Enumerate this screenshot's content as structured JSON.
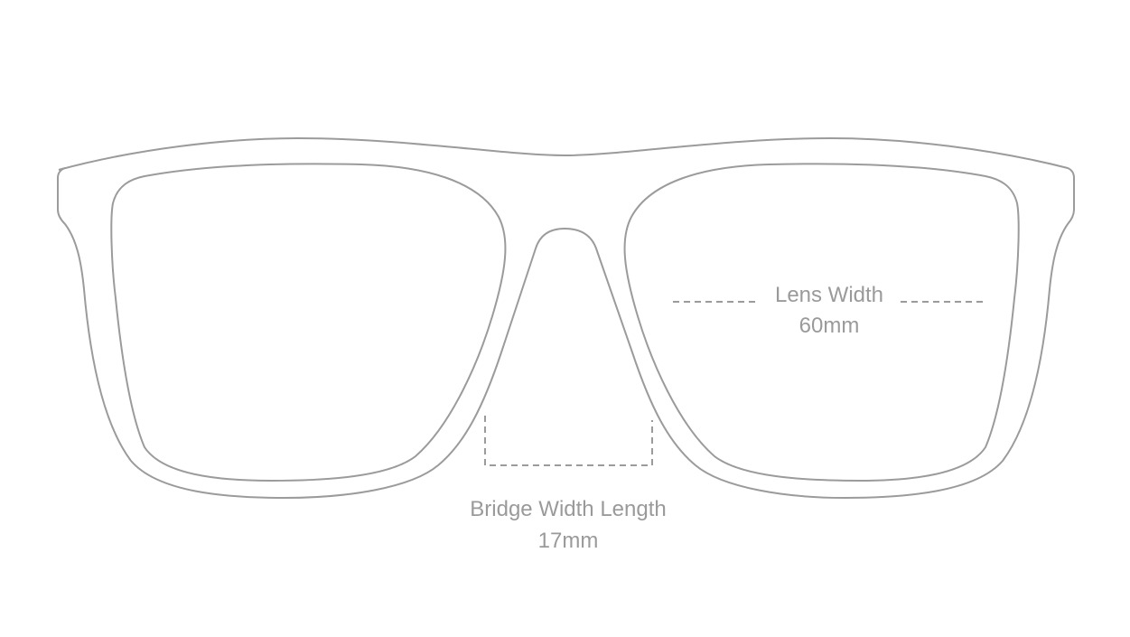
{
  "diagram": {
    "lens_width": {
      "label": "Lens Width",
      "value": "60mm"
    },
    "bridge_width": {
      "label": "Bridge Width Length",
      "value": "17mm"
    },
    "colors": {
      "outline": "#9b9b9b",
      "text": "#9a9a9a",
      "background": "#ffffff"
    }
  }
}
